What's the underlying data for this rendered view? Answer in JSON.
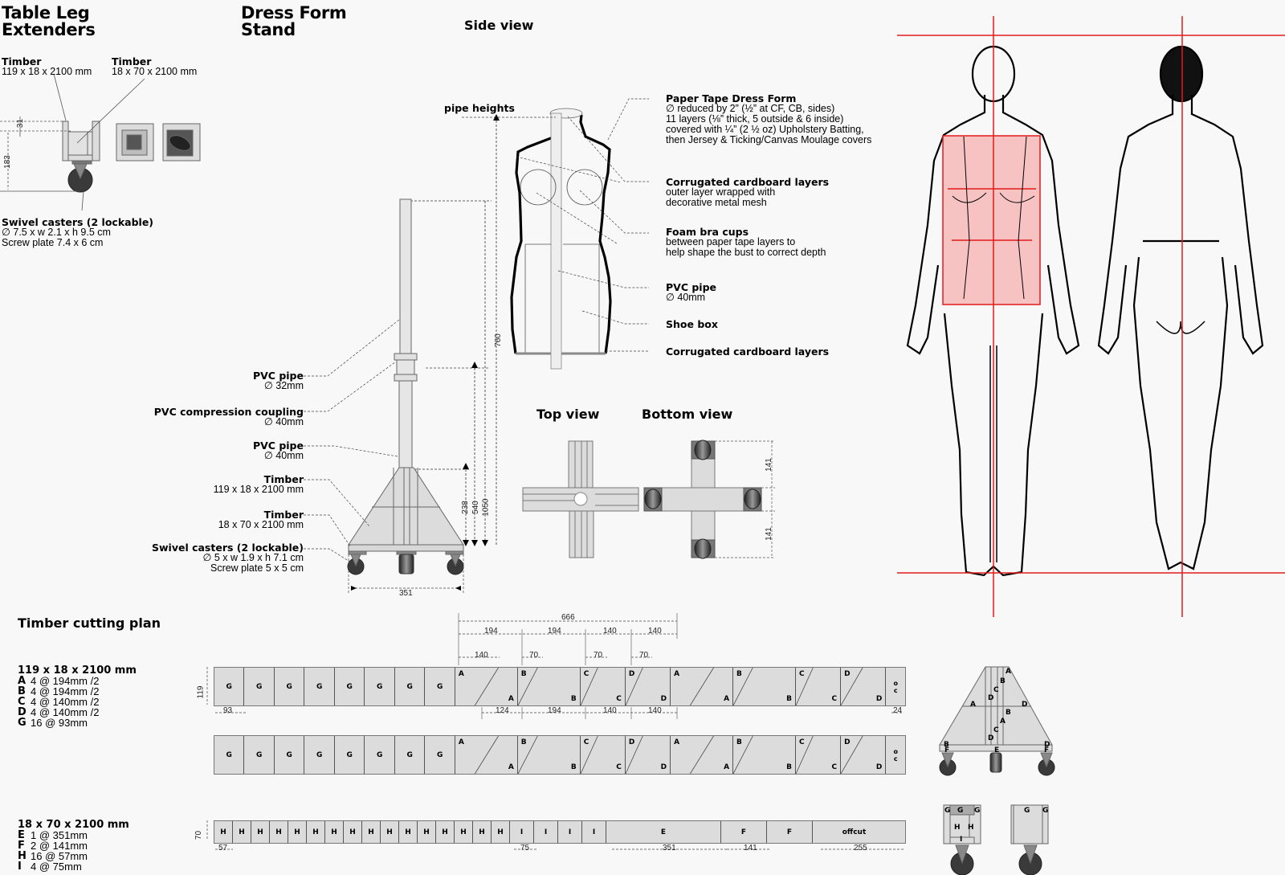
{
  "sections": {
    "table_leg": {
      "title_line1": "Table Leg",
      "title_line2": "Extenders"
    },
    "dress_form": {
      "title_line1": "Dress Form",
      "title_line2": "Stand"
    },
    "side_view": "Side view",
    "top_view": "Top view",
    "bottom_view": "Bottom view",
    "cutting_plan": "Timber cutting plan"
  },
  "table_leg_labels": {
    "timber_a_title": "Timber",
    "timber_a_dims": "119 x 18 x 2100 mm",
    "timber_b_title": "Timber",
    "timber_b_dims": "18 x 70 x 2100 mm",
    "dim_31": "31",
    "dim_183": "183",
    "casters_title": "Swivel casters (2 lockable)",
    "casters_size": "∅ 7.5 x w 2.1 x h 9.5 cm",
    "casters_plate": "Screw plate 7.4 x 6 cm"
  },
  "stand_labels": {
    "pipe_heights": "pipe heights",
    "pvc32_title": "PVC pipe",
    "pvc32_dims": "∅ 32mm",
    "coupling_title": "PVC compression coupling",
    "coupling_dims": "∅ 40mm",
    "pvc40_title": "PVC pipe",
    "pvc40_dims": "∅ 40mm",
    "timber1_title": "Timber",
    "timber1_dims": "119 x 18 x 2100 mm",
    "timber2_title": "Timber",
    "timber2_dims": "18 x 70 x 2100 mm",
    "casters_title": "Swivel casters (2 lockable)",
    "casters_size": "∅ 5 x w 1.9 x h 7.1 cm",
    "casters_plate": "Screw plate 5 x 5 cm",
    "dim_760": "760",
    "dim_238": "238",
    "dim_540": "540",
    "dim_1050": "1050",
    "dim_351": "351",
    "dim_141_top": "141",
    "dim_141_bottom": "141"
  },
  "form_labels": {
    "paper_tape_title": "Paper Tape Dress Form",
    "paper_tape_l1": "∅ reduced by 2” (½” at CF, CB, sides)",
    "paper_tape_l2": "11 layers (⅛” thick, 5 outside & 6 inside)",
    "paper_tape_l3": "covered with ¼” (2 ½ oz) Upholstery Batting,",
    "paper_tape_l4": "then Jersey & Ticking/Canvas Moulage covers",
    "cardboard_title": "Corrugated cardboard layers",
    "cardboard_l1": "outer layer wrapped with",
    "cardboard_l2": "decorative metal mesh",
    "foam_title": "Foam bra cups",
    "foam_l1": "between paper tape layers to",
    "foam_l2": "help shape the bust to correct depth",
    "pvc_title": "PVC pipe",
    "pvc_dims": "∅ 40mm",
    "shoebox_title": "Shoe box",
    "cardboard2_title": "Corrugated cardboard layers"
  },
  "cutting_plan": {
    "board1": {
      "title": "119 x 18 x 2100 mm",
      "items": [
        {
          "key": "A",
          "text": "4 @ 194mm /2"
        },
        {
          "key": "B",
          "text": "4 @ 194mm /2"
        },
        {
          "key": "C",
          "text": "4 @ 140mm /2"
        },
        {
          "key": "D",
          "text": "4 @ 140mm /2"
        },
        {
          "key": "G",
          "text": "16 @ 93mm"
        }
      ],
      "height_dim": "119",
      "g_dim": "93",
      "top_dims": {
        "total": "666",
        "a": "194",
        "b": "194",
        "c": "140",
        "d": "140"
      },
      "sub_dims": {
        "a": "140",
        "b": "70",
        "c": "70",
        "d": "70"
      },
      "below_dims": {
        "a": "124",
        "b": "194",
        "c": "140",
        "d": "140",
        "offcut": "24"
      },
      "g_label": "G",
      "offcut_label_1": "o",
      "offcut_label_2": "c"
    },
    "board2": {
      "title": "18 x 70 x 2100 mm",
      "items": [
        {
          "key": "E",
          "text": "1 @ 351mm"
        },
        {
          "key": "F",
          "text": "2 @ 141mm"
        },
        {
          "key": "H",
          "text": "16 @ 57mm"
        },
        {
          "key": "I",
          "text": "4 @ 75mm"
        }
      ],
      "height_dim": "70",
      "h_dim": "57",
      "i_dim": "75",
      "e_dim": "351",
      "f_dim": "141",
      "offcut_dim": "255",
      "e_label": "E",
      "f_label": "F",
      "h_label": "H",
      "i_label": "I",
      "offcut_label": "offcut"
    }
  },
  "assembly_labels": {
    "a": "A",
    "b": "B",
    "c": "C",
    "d": "D",
    "e": "E",
    "f": "F",
    "g": "G",
    "h": "H",
    "i": "I"
  },
  "colors": {
    "guide_line": "#e31b1b",
    "torso_fill": "#f7b8b8",
    "timber": "#dcdcdc",
    "caster": "#3a3a3a"
  }
}
